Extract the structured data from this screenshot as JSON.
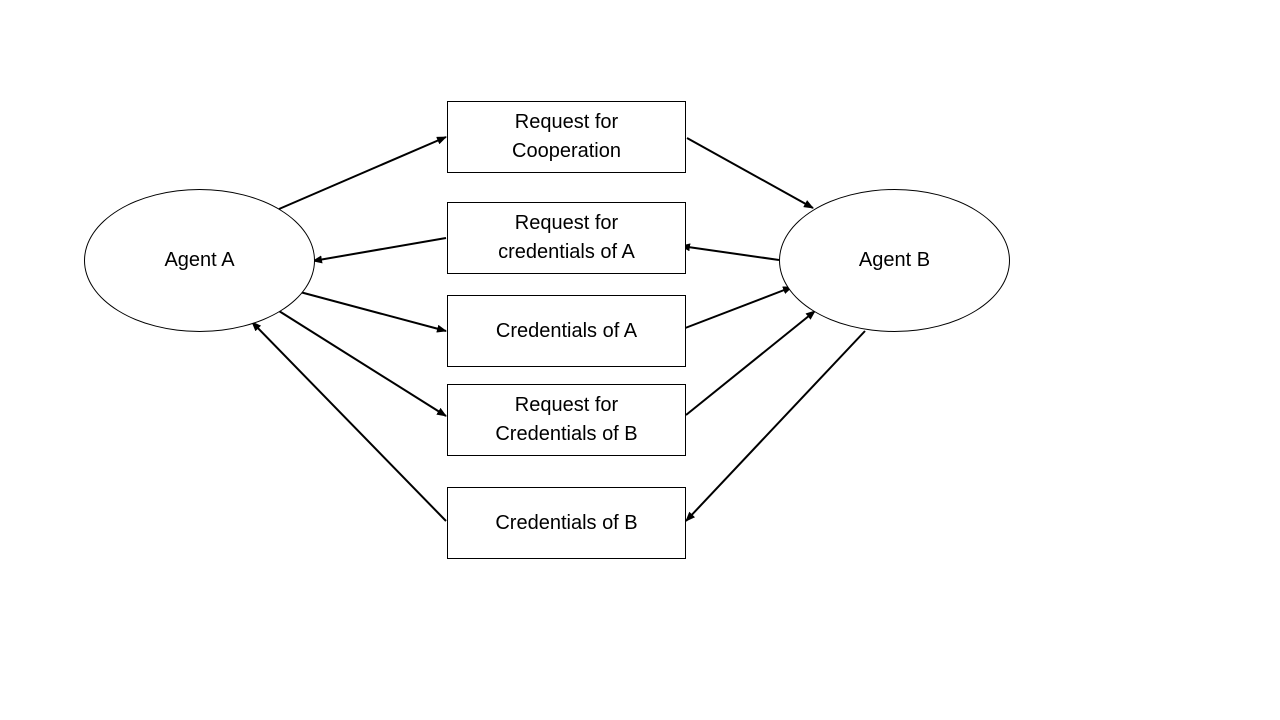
{
  "agents": {
    "a": "Agent A",
    "b": "Agent B"
  },
  "messages": [
    {
      "line1": "Request for",
      "line2": "Cooperation"
    },
    {
      "line1": "Request for",
      "line2": "credentials of A"
    },
    {
      "line1": "Credentials of A",
      "line2": ""
    },
    {
      "line1": "Request for",
      "line2": "Credentials of B"
    },
    {
      "line1": "Credentials of B",
      "line2": ""
    }
  ],
  "colors": {
    "stroke": "#000000",
    "background": "#ffffff"
  }
}
